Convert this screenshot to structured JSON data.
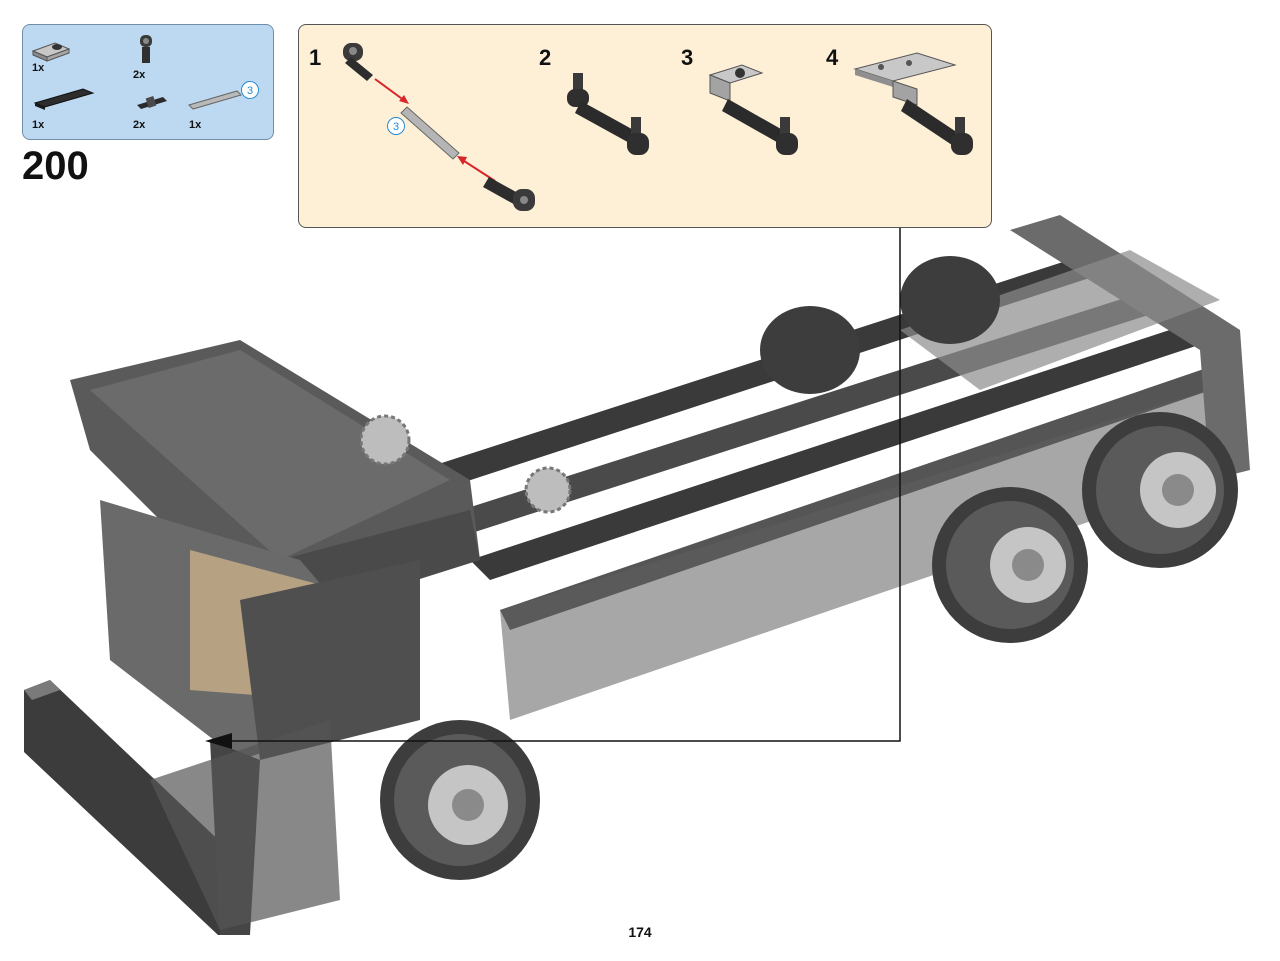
{
  "parts_list": {
    "items": [
      {
        "qty": "1x",
        "icon": "plate-with-pin-icon"
      },
      {
        "qty": "2x",
        "icon": "pin-connector-icon"
      },
      {
        "qty": "1x",
        "icon": "black-plate-icon"
      },
      {
        "qty": "2x",
        "icon": "axle-pin-icon"
      },
      {
        "qty": "1x",
        "icon": "grey-axle-icon",
        "callout": "3"
      }
    ]
  },
  "step": {
    "number": "200"
  },
  "substeps": {
    "items": [
      {
        "number": "1",
        "callout": "3"
      },
      {
        "number": "2"
      },
      {
        "number": "3"
      },
      {
        "number": "4"
      }
    ]
  },
  "page": {
    "number": "174"
  },
  "colors": {
    "parts_box_bg": "#bcd9f1",
    "substep_box_bg": "#fdf0d6",
    "callout_blue": "#2a8ad0",
    "arrow_red": "#d8262a"
  }
}
